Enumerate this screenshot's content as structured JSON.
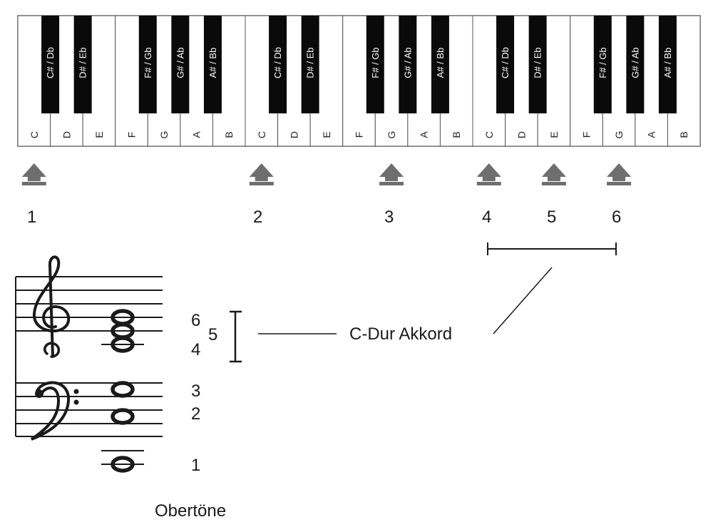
{
  "keyboard": {
    "white_keys": [
      "C",
      "D",
      "E",
      "F",
      "G",
      "A",
      "B",
      "C",
      "D",
      "E",
      "F",
      "G",
      "A",
      "B",
      "C",
      "D",
      "E",
      "F",
      "G",
      "A",
      "B"
    ],
    "black_keys": [
      "C# / Db",
      "D# / Eb",
      "F# / Gb",
      "G# / Ab",
      "A# / Bb",
      "C# / Db",
      "D# / Eb",
      "F# / Gb",
      "G# / Ab",
      "A# / Bb",
      "C# / Db",
      "D# / Eb",
      "F# / Gb",
      "G# / Ab",
      "A# / Bb"
    ],
    "black_after_white_index": [
      0,
      1,
      3,
      4,
      5,
      7,
      8,
      10,
      11,
      12,
      14,
      15,
      17,
      18,
      19
    ]
  },
  "markers": [
    {
      "number": "1",
      "white_index": 0
    },
    {
      "number": "2",
      "white_index": 7
    },
    {
      "number": "3",
      "white_index": 11
    },
    {
      "number": "4",
      "white_index": 14
    },
    {
      "number": "5",
      "white_index": 16
    },
    {
      "number": "6",
      "white_index": 18
    }
  ],
  "staff_labels": {
    "n6": "6",
    "n5": "5",
    "n4": "4",
    "n3": "3",
    "n2": "2",
    "n1": "1"
  },
  "chord_label": "C-Dur Akkord",
  "caption": "Obertöne",
  "colors": {
    "arrow": "#6e6e6e",
    "ink": "#1a1a1a",
    "key_outline": "#555555"
  }
}
